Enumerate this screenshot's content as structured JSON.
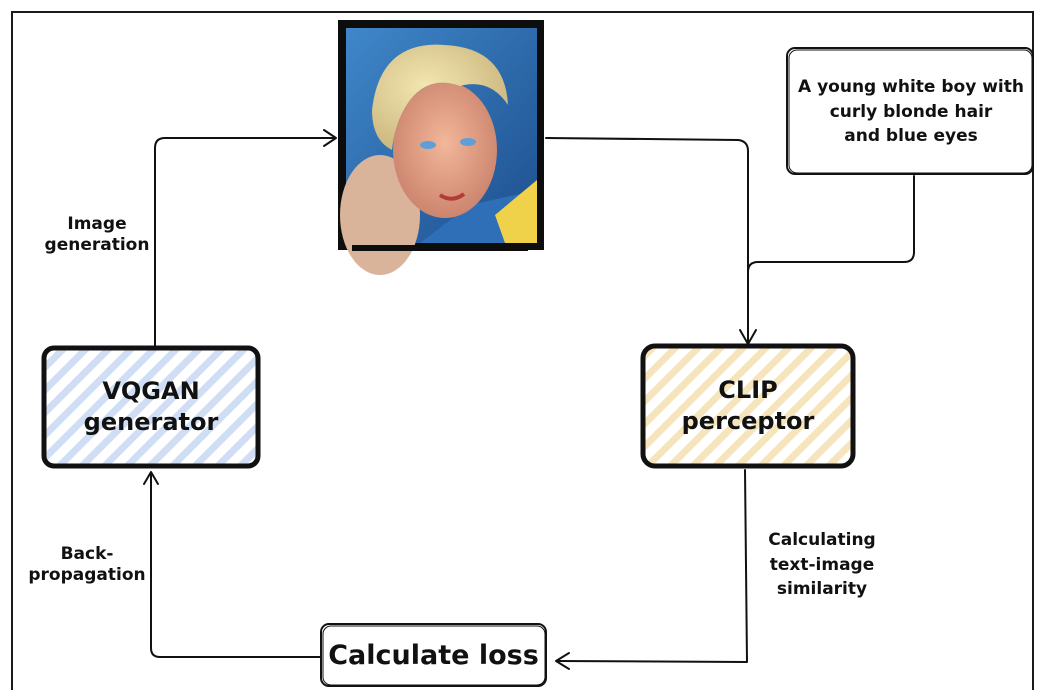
{
  "diagram": {
    "nodes": {
      "vqgan": {
        "label": "VQGAN\ngenerator",
        "fill": "#cfdef5"
      },
      "clip": {
        "label": "CLIP\nperceptor",
        "fill": "#f6e4bd"
      },
      "loss": {
        "label": "Calculate loss"
      },
      "prompt": {
        "label": "A young white boy with\ncurly blonde hair\nand blue eyes"
      }
    },
    "edge_labels": {
      "image_generation": "Image\ngeneration",
      "backpropagation": "Back-\npropagation",
      "similarity": "Calculating\ntext-image\nsimilarity"
    },
    "image": {
      "description": "generated portrait image"
    }
  },
  "colors": {
    "stroke": "#111111",
    "vqgan_hatch": "#cfdef5",
    "clip_hatch": "#f6e4bd"
  }
}
